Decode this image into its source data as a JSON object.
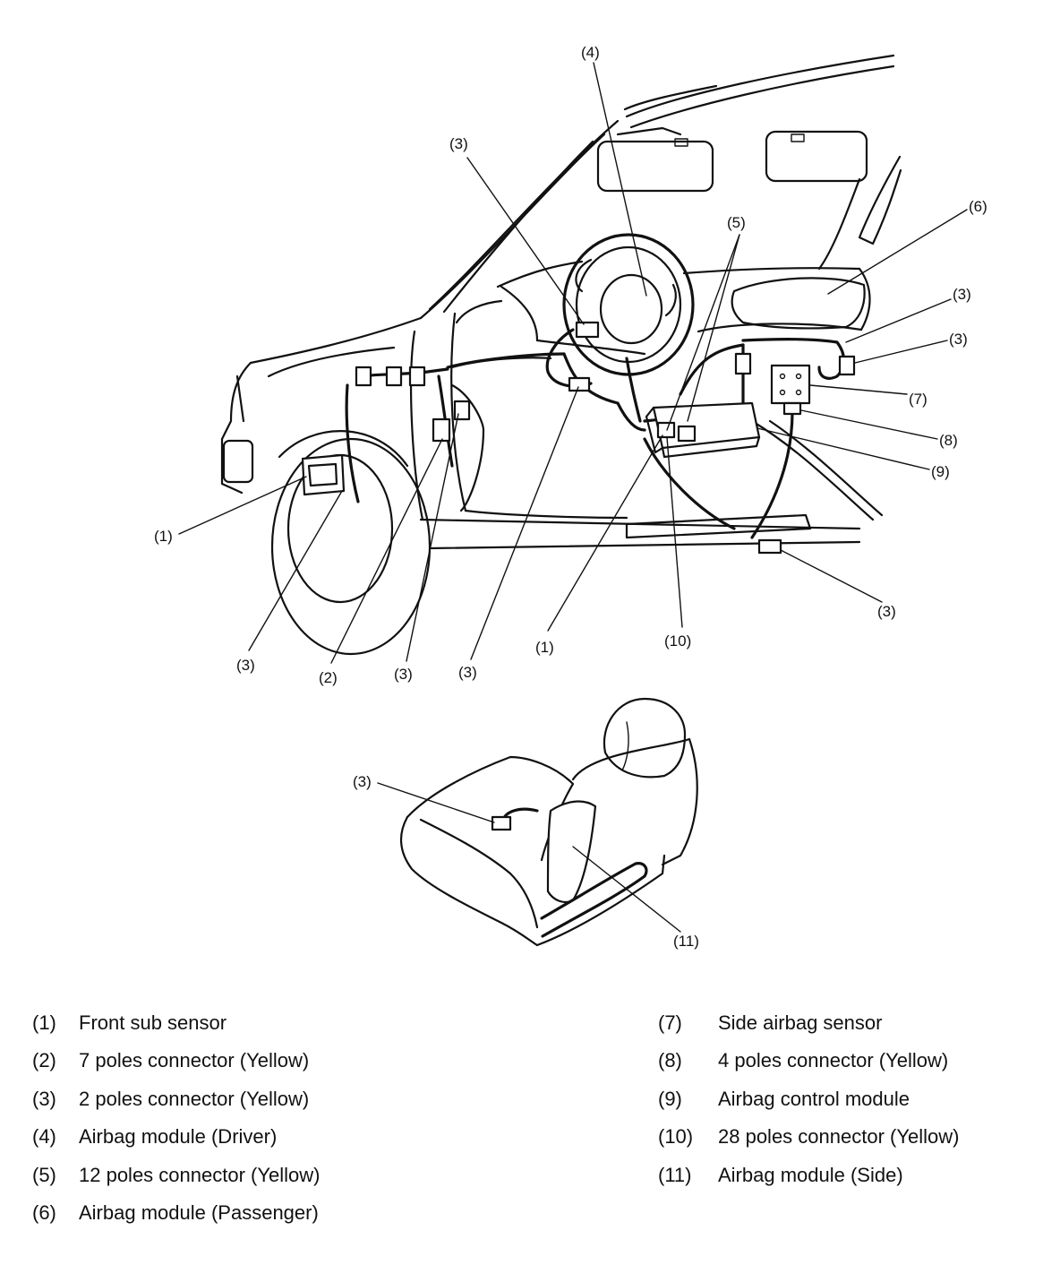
{
  "callouts": [
    {
      "id": "c4-top",
      "text": "(4)"
    },
    {
      "id": "c3-a",
      "text": "(3)"
    },
    {
      "id": "c5",
      "text": "(5)"
    },
    {
      "id": "c6",
      "text": "(6)"
    },
    {
      "id": "c3-b",
      "text": "(3)"
    },
    {
      "id": "c3-c",
      "text": "(3)"
    },
    {
      "id": "c7",
      "text": "(7)"
    },
    {
      "id": "c8",
      "text": "(8)"
    },
    {
      "id": "c9",
      "text": "(9)"
    },
    {
      "id": "c1-a",
      "text": "(1)"
    },
    {
      "id": "c3-d",
      "text": "(3)"
    },
    {
      "id": "c3-e",
      "text": "(3)"
    },
    {
      "id": "c2",
      "text": "(2)"
    },
    {
      "id": "c3-f",
      "text": "(3)"
    },
    {
      "id": "c3-g",
      "text": "(3)"
    },
    {
      "id": "c1-b",
      "text": "(1)"
    },
    {
      "id": "c10",
      "text": "(10)"
    },
    {
      "id": "c3-h",
      "text": "(3)"
    },
    {
      "id": "c11",
      "text": "(11)"
    }
  ],
  "legend": {
    "left": [
      {
        "num": "(1)",
        "label": "Front sub sensor"
      },
      {
        "num": "(2)",
        "label": "7 poles connector (Yellow)"
      },
      {
        "num": "(3)",
        "label": "2 poles connector (Yellow)"
      },
      {
        "num": "(4)",
        "label": "Airbag module (Driver)"
      },
      {
        "num": "(5)",
        "label": "12 poles connector (Yellow)"
      },
      {
        "num": "(6)",
        "label": "Airbag module (Passenger)"
      }
    ],
    "right": [
      {
        "num": "(7)",
        "label": "Side airbag sensor"
      },
      {
        "num": "(8)",
        "label": "4 poles connector (Yellow)"
      },
      {
        "num": "(9)",
        "label": "Airbag control module"
      },
      {
        "num": "(10)",
        "label": "28 poles connector (Yellow)"
      },
      {
        "num": "(11)",
        "label": "Airbag module (Side)"
      }
    ]
  }
}
